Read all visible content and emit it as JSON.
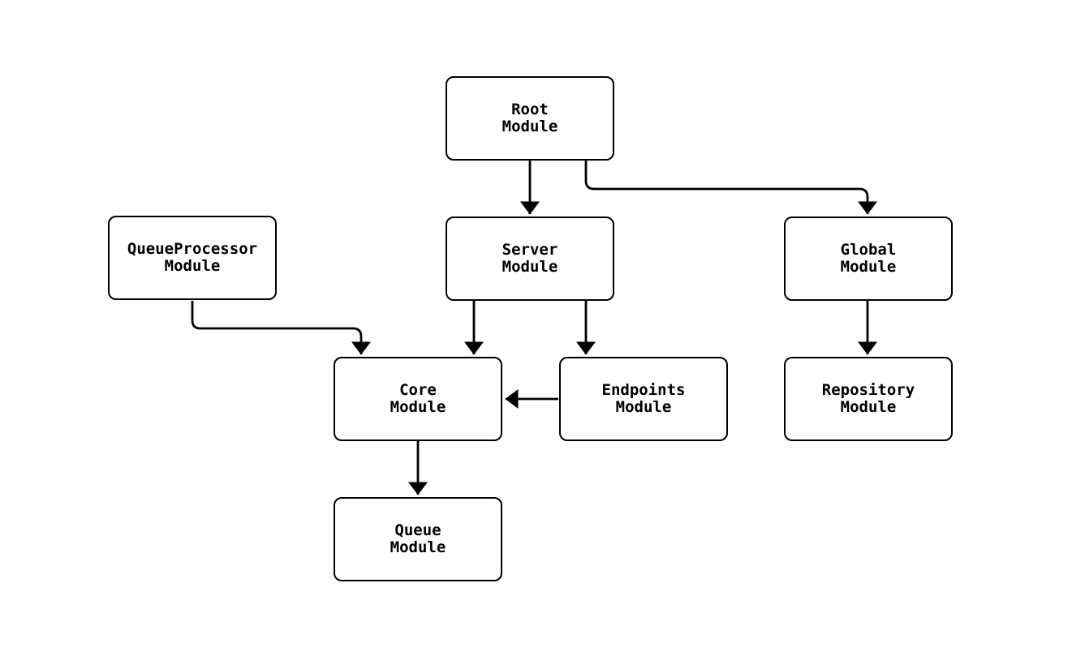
{
  "diagram": {
    "background_color": "#ffffff",
    "line_color": "#000000",
    "node_fill_color": "#ffffff",
    "node_border_color": "#000000",
    "nodes": [
      {
        "id": "root-module",
        "line1": "Root",
        "line2": "Module"
      },
      {
        "id": "queueprocessor-module",
        "line1": "QueueProcessor",
        "line2": "Module"
      },
      {
        "id": "server-module",
        "line1": "Server",
        "line2": "Module"
      },
      {
        "id": "global-module",
        "line1": "Global",
        "line2": "Module"
      },
      {
        "id": "core-module",
        "line1": "Core",
        "line2": "Module"
      },
      {
        "id": "endpoints-module",
        "line1": "Endpoints",
        "line2": "Module"
      },
      {
        "id": "repository-module",
        "line1": "Repository",
        "line2": "Module"
      },
      {
        "id": "queue-module",
        "line1": "Queue",
        "line2": "Module"
      }
    ],
    "edges": [
      {
        "from": "Root Module",
        "to": "Server Module"
      },
      {
        "from": "Root Module",
        "to": "Global Module"
      },
      {
        "from": "QueueProcessor Module",
        "to": "Core Module"
      },
      {
        "from": "Server Module",
        "to": "Core Module"
      },
      {
        "from": "Server Module",
        "to": "Endpoints Module"
      },
      {
        "from": "Endpoints Module",
        "to": "Core Module"
      },
      {
        "from": "Global Module",
        "to": "Repository Module"
      },
      {
        "from": "Core Module",
        "to": "Queue Module"
      }
    ]
  }
}
